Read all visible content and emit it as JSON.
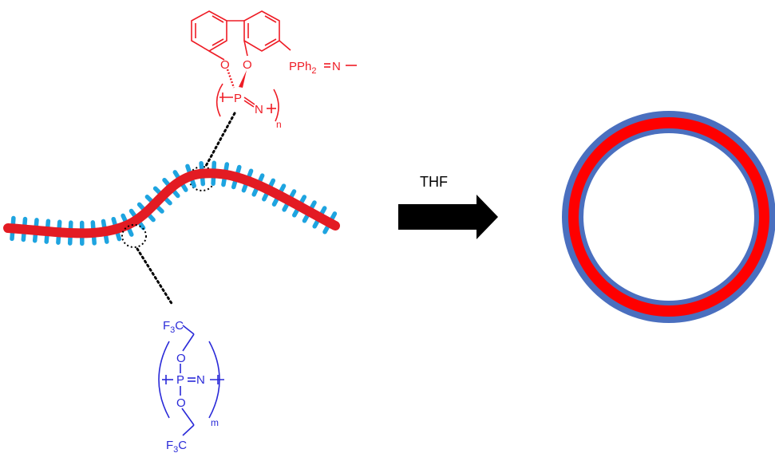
{
  "colors": {
    "red_block": "#ee1c25",
    "blue_block": "#2a2ad8",
    "backbone": "#e31b23",
    "side_chains": "#1ea4e0",
    "arrow": "#000000",
    "vesicle_outer": "#4a6fbf",
    "vesicle_core": "#ff0000",
    "callout": "#000000"
  },
  "top_structure": {
    "labels": {
      "o_left": "O",
      "o_right": "O",
      "p_backbone": "P",
      "n_backbone": "N",
      "pph": "PPh",
      "pph_sub": "2",
      "pph_n": "N",
      "repeat": "n"
    }
  },
  "bottom_structure": {
    "labels": {
      "f3c_top": "F",
      "f3c_top_sub": "3",
      "f3c_top_c": "C",
      "o_top": "O",
      "p": "P",
      "n": "N",
      "o_bottom": "O",
      "repeat": "m",
      "f3c_bottom": "F",
      "f3c_bottom_sub": "3",
      "f3c_bottom_c": "C"
    }
  },
  "arrow": {
    "label": "THF"
  },
  "icons": [
    "reaction-arrow-icon",
    "vesicle-ring-icon",
    "polymer-chain-icon"
  ]
}
